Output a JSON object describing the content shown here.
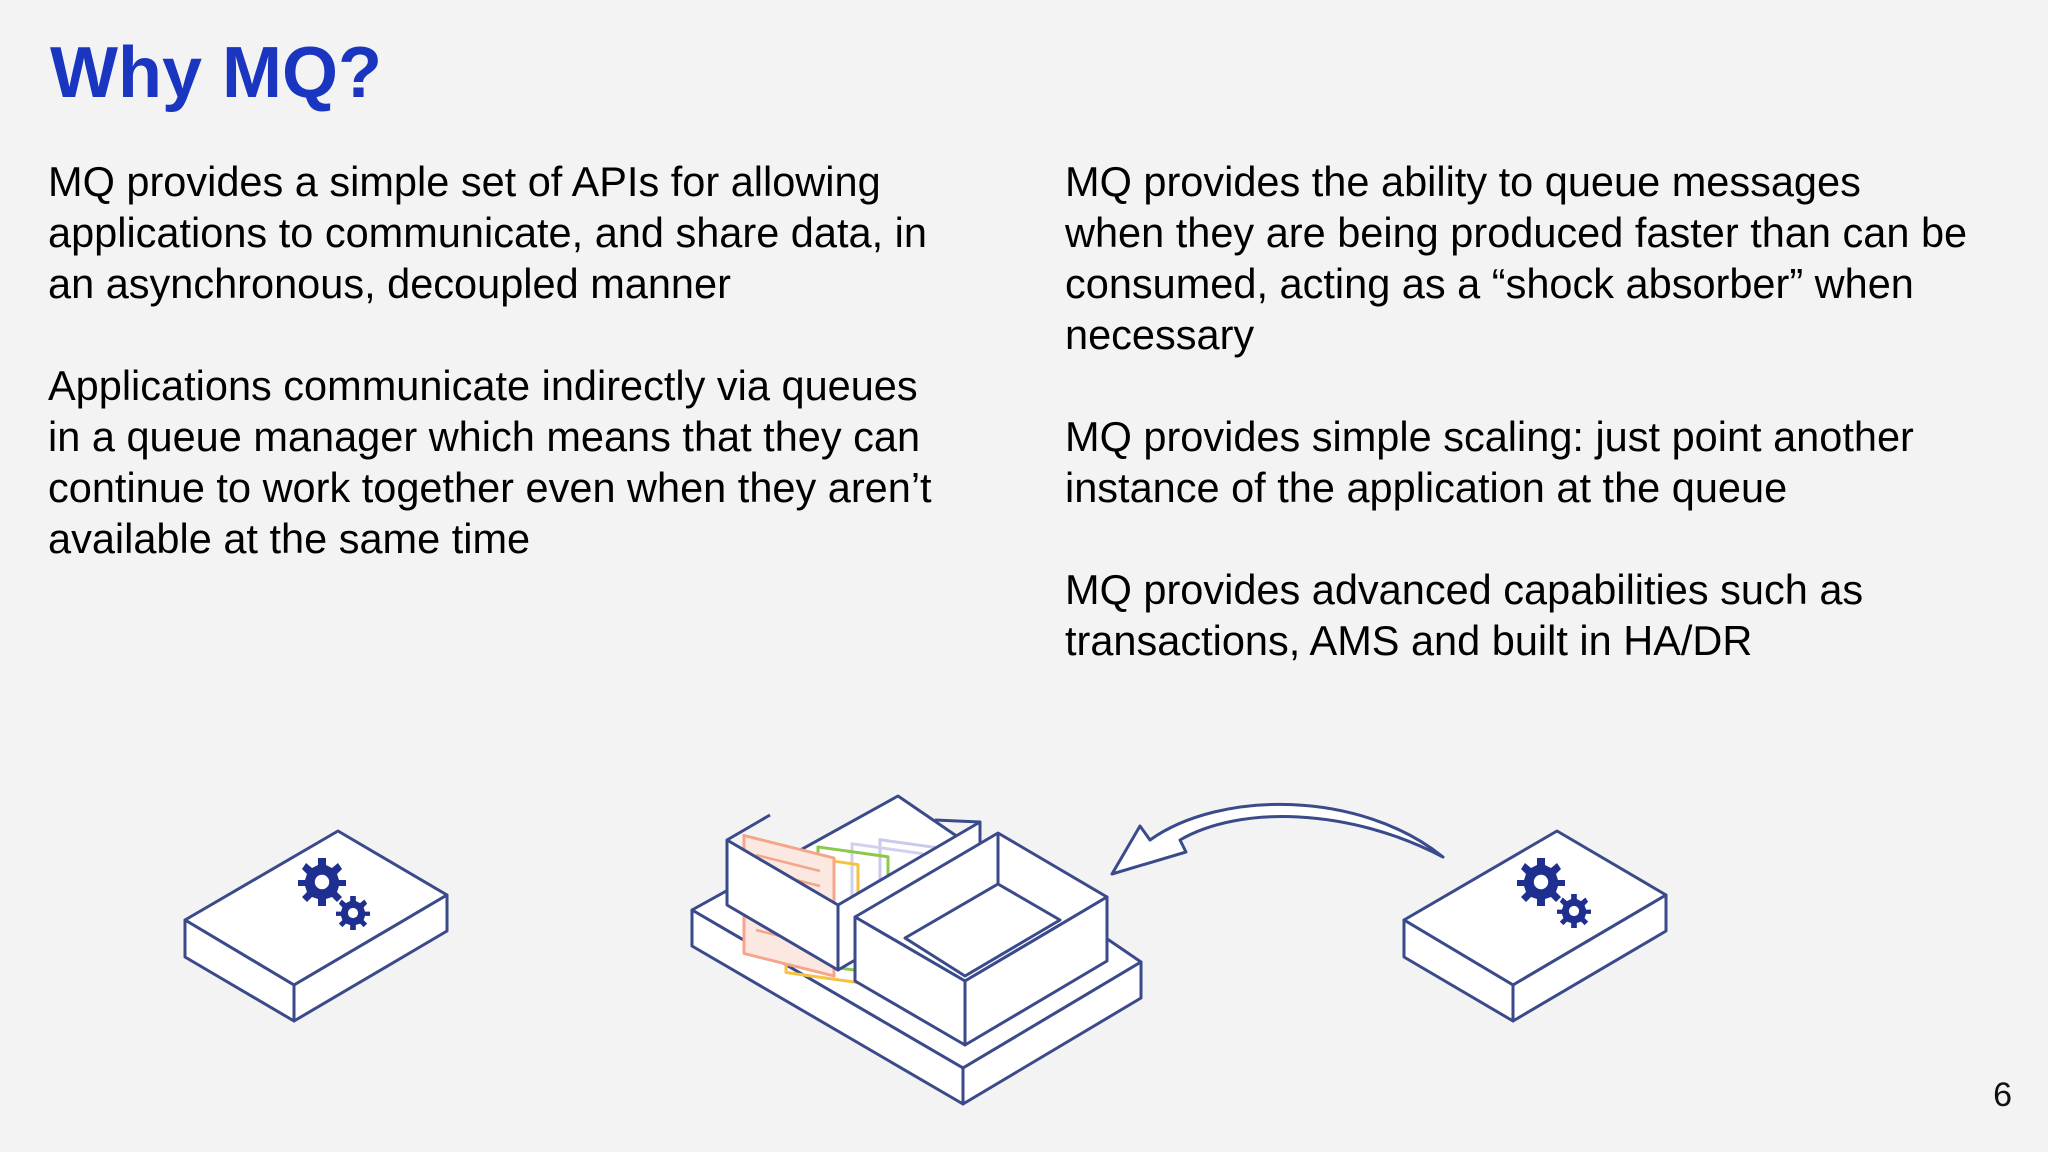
{
  "slide": {
    "title": "Why MQ?",
    "left_column": [
      "MQ provides a simple set of APIs for allowing\napplications to communicate, and share data, in\nan asynchronous, decoupled manner",
      "Applications communicate indirectly via queues\nin a queue manager which means that they can\ncontinue to work together even when they aren’t\navailable at the same time"
    ],
    "right_column": [
      "MQ provides the ability to queue messages\nwhen they are being produced faster than can be\nconsumed, acting as a “shock absorber” when\nnecessary",
      "MQ provides simple scaling: just point another\ninstance of the application at the queue",
      "MQ provides advanced capabilities such as\ntransactions, AMS and built in HA/DR"
    ],
    "page_number": "6"
  },
  "colors": {
    "title": "#1a35c0",
    "outline": "#3a4a8a",
    "gear": "#1f2f8f",
    "message_colors": [
      "#f4a58a",
      "#f5c242",
      "#8cc84b",
      "#c9c9ee"
    ]
  },
  "icons": {
    "left_app": "application-box-with-gears",
    "queue_manager": "queue-manager-tray-with-messages",
    "arrow": "curved-arrow-left",
    "right_app": "application-box-with-gears"
  }
}
